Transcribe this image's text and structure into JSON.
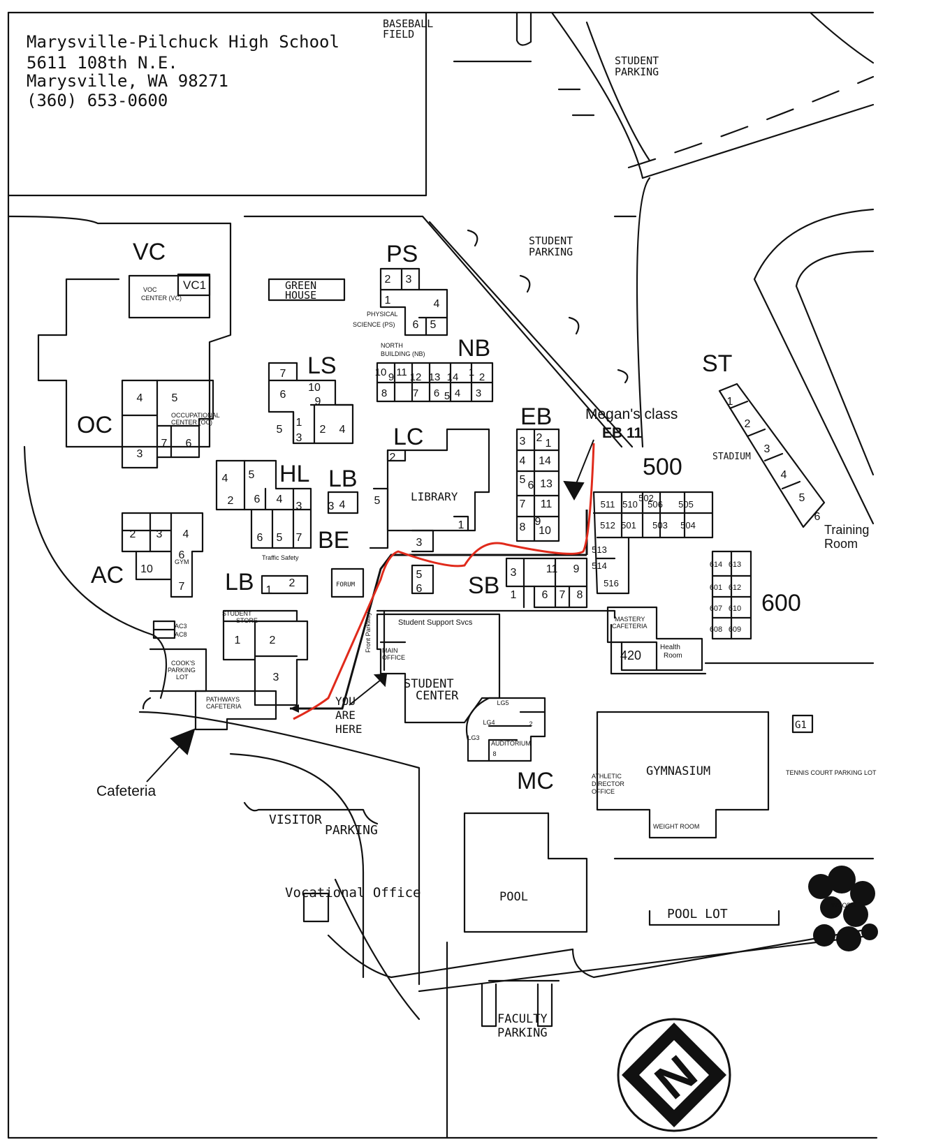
{
  "header": {
    "school_name": "Marysville-Pilchuck High School",
    "street": "5611 108th N.E.",
    "city": "Marysville, WA   98271",
    "phone": "(360) 653-0600"
  },
  "areas": {
    "baseball_1": "BASEBALL",
    "baseball_2": "FIELD",
    "student_parking_top_1": "STUDENT",
    "student_parking_top_2": "PARKING",
    "student_parking_mid_1": "STUDENT",
    "student_parking_mid_2": "PARKING",
    "green_house_1": "GREEN",
    "green_house_2": "HOUSE",
    "visitor": "VISITOR",
    "visitor_parking": "PARKING",
    "vocational_office": "Vocational Office",
    "faculty_1": "FACULTY",
    "faculty_2": "PARKING",
    "pool": "POOL",
    "pool_lot": "POOL   LOT",
    "tennis_lot": "TENNIS COURT PARKING LOT",
    "woods": "WOODS",
    "gymnasium": "GYMNASIUM",
    "athletic_1": "ATHLETIC",
    "athletic_2": "DIRECTOR",
    "athletic_3": "OFFICE",
    "weight_room": "WEIGHT ROOM",
    "g1": "G1",
    "student_center_1": "STUDENT",
    "student_center_2": "CENTER",
    "student_support": "Student Support Svcs",
    "main_office_1": "MAIN",
    "main_office_2": "OFFICE",
    "front_parkway": "Front Parkway",
    "library": "LIBRARY",
    "forum": "FORUM",
    "mastery_1": "MASTERY",
    "mastery_2": "CAFETERIA",
    "health_1": "Health",
    "health_2": "Room",
    "stadium": "STADIUM",
    "training_1": "Training",
    "training_2": "Room",
    "pathways_1": "PATHWAYS",
    "pathways_2": "CAFETERIA",
    "student_store_1": "STUDENT",
    "student_store_2": "STORE",
    "cook_1": "COOK'S",
    "cook_2": "PARKING",
    "cook_3": "LOT",
    "voc_center_1": "VOC",
    "voc_center_2": "CENTER (VC)",
    "occ_1": "OCCUPATIONAL",
    "occ_2": "CENTER (OC)",
    "phys_1": "PHYSICAL",
    "phys_2": "SCIENCE (PS)",
    "north_1": "NORTH",
    "north_2": "BUILDING (NB)",
    "auditorium": "AUDITORIUM",
    "traffic": "Traffic Safety",
    "gym_ac": "GYM",
    "ac3": "AC3",
    "ac8": "AC8"
  },
  "building_codes": {
    "vc": "VC",
    "vc1": "VC1",
    "oc": "OC",
    "ac": "AC",
    "ps": "PS",
    "ls": "LS",
    "nb": "NB",
    "hl": "HL",
    "lb": "LB",
    "lb2": "LB",
    "be": "BE",
    "lc": "LC",
    "eb": "EB",
    "sb": "SB",
    "mc": "MC",
    "st": "ST",
    "b500": "500",
    "b600": "600",
    "r420": "420"
  },
  "annotations": {
    "megan_1": "Megan's class",
    "megan_2": "EB 11",
    "you_1": "YOU",
    "you_2": "ARE",
    "you_3": "HERE",
    "cafeteria": "Cafeteria"
  },
  "rooms": {
    "oc": [
      "4",
      "5",
      "3",
      "7",
      "6"
    ],
    "ac": [
      "2",
      "3",
      "4",
      "10",
      "6",
      "7"
    ],
    "ps": [
      "2",
      "3",
      "1",
      "4",
      "6",
      "5"
    ],
    "ls": [
      "7",
      "6",
      "10",
      "9",
      "5",
      "1",
      "3",
      "2",
      "4"
    ],
    "nb": [
      "10",
      "9",
      "11",
      "12",
      "13",
      "14",
      "1",
      "2",
      "8",
      "7",
      "6",
      "5",
      "4",
      "3"
    ],
    "hl": [
      "4",
      "5",
      "2",
      "6",
      "4",
      "3",
      "6",
      "5",
      "7"
    ],
    "lb": [
      "3",
      "4"
    ],
    "lb2": [
      "2",
      "1"
    ],
    "lc": [
      "2",
      "5",
      "1",
      "3"
    ],
    "eb": [
      "3",
      "2",
      "1",
      "4",
      "14",
      "5",
      "6",
      "13",
      "7",
      "11",
      "8",
      "9",
      "10"
    ],
    "sb": [
      "3",
      "11",
      "9",
      "1",
      "6",
      "7",
      "8",
      "5",
      "6"
    ],
    "b500": [
      "511",
      "510",
      "506",
      "505",
      "512",
      "501",
      "503",
      "504",
      "513",
      "514",
      "516",
      "502"
    ],
    "b600": [
      "614",
      "613",
      "601",
      "612",
      "607",
      "610",
      "608",
      "609"
    ],
    "st": [
      "1",
      "2",
      "3",
      "4",
      "5",
      "6"
    ],
    "store": [
      "1",
      "2",
      "3"
    ],
    "mc": [
      "LG5",
      "LG4",
      "LG3",
      "2",
      "8"
    ]
  },
  "compass": {
    "label": "N"
  },
  "colors": {
    "route": "#e02a1b",
    "ink": "#111111"
  }
}
